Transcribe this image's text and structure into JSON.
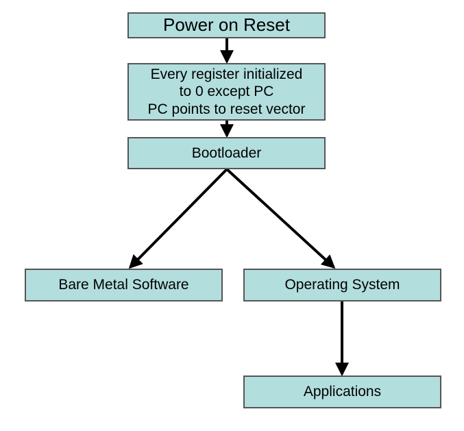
{
  "diagram": {
    "nodes": {
      "power_on_reset": "Power on Reset",
      "init": [
        "Every register initialized",
        "to 0 except PC",
        "PC points to reset vector"
      ],
      "bootloader": "Bootloader",
      "bare_metal": "Bare Metal Software",
      "operating_system": "Operating System",
      "applications": "Applications"
    },
    "edges": [
      {
        "from": "power_on_reset",
        "to": "init"
      },
      {
        "from": "init",
        "to": "bootloader"
      },
      {
        "from": "bootloader",
        "to": "bare_metal"
      },
      {
        "from": "bootloader",
        "to": "operating_system"
      },
      {
        "from": "operating_system",
        "to": "applications"
      }
    ],
    "colors": {
      "box_fill": "#b3dede",
      "box_border": "#555555",
      "arrow": "#000000"
    }
  }
}
